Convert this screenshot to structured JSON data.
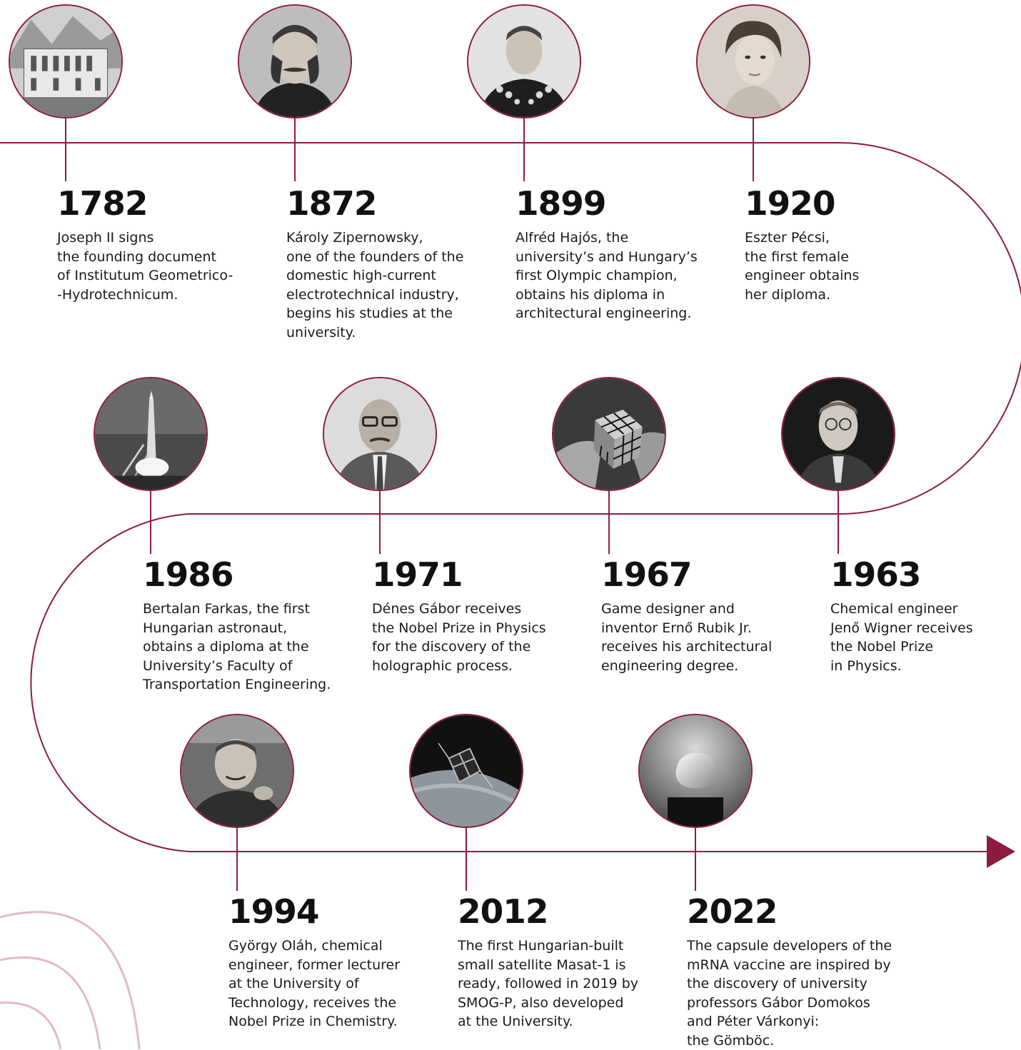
{
  "colors": {
    "accent": "#8c1c3c",
    "decor": "#e3b9c6"
  },
  "milestones": [
    {
      "year": "1782",
      "text": "Joseph II signs\nthe founding document\nof Institutum Geometrico-\n-Hydrotechnicum.",
      "image": "university-building-engraving"
    },
    {
      "year": "1872",
      "text": "Károly Zipernowsky,\none of the founders of the\ndomestic high-current\nelectrotechnical industry,\nbegins his studies at the\nuniversity.",
      "image": "zipernowsky-portrait"
    },
    {
      "year": "1899",
      "text": "Alfréd Hajós, the\nuniversity’s and Hungary’s\nfirst Olympic champion,\nobtains his diploma in\narchitectural engineering.",
      "image": "hajos-portrait"
    },
    {
      "year": "1920",
      "text": "Eszter Pécsi,\nthe first female\nengineer obtains\nher diploma.",
      "image": "pecsi-portrait"
    },
    {
      "year": "1986",
      "text": "Bertalan Farkas, the first\nHungarian astronaut,\nobtains a diploma at the\nUniversity’s Faculty of\nTransportation Engineering.",
      "image": "rocket-launch"
    },
    {
      "year": "1971",
      "text": "Dénes Gábor receives\nthe Nobel Prize in Physics\nfor the discovery of the\nholographic process.",
      "image": "gabor-portrait"
    },
    {
      "year": "1967",
      "text": "Game designer and\ninventor Ernő Rubik Jr.\nreceives his architectural\nengineering degree.",
      "image": "rubiks-cube"
    },
    {
      "year": "1963",
      "text": "Chemical engineer\nJenő Wigner receives\nthe Nobel Prize\nin Physics.",
      "image": "wigner-portrait"
    },
    {
      "year": "1994",
      "text": "György Oláh, chemical\nengineer, former lecturer\nat the University of\nTechnology, receives the\nNobel Prize in Chemistry.",
      "image": "olah-portrait"
    },
    {
      "year": "2012",
      "text": "The first Hungarian-built\nsmall satellite Masat-1 is\nready, followed in 2019 by\nSMOG-P, also developed\nat the University.",
      "image": "satellite-in-orbit"
    },
    {
      "year": "2022",
      "text": "The capsule developers of the\nmRNA vaccine are inspired by\nthe discovery of university\nprofessors Gábor Domokos\nand Péter Várkonyi:\nthe Gömböc.",
      "image": "gomboc-object"
    }
  ]
}
